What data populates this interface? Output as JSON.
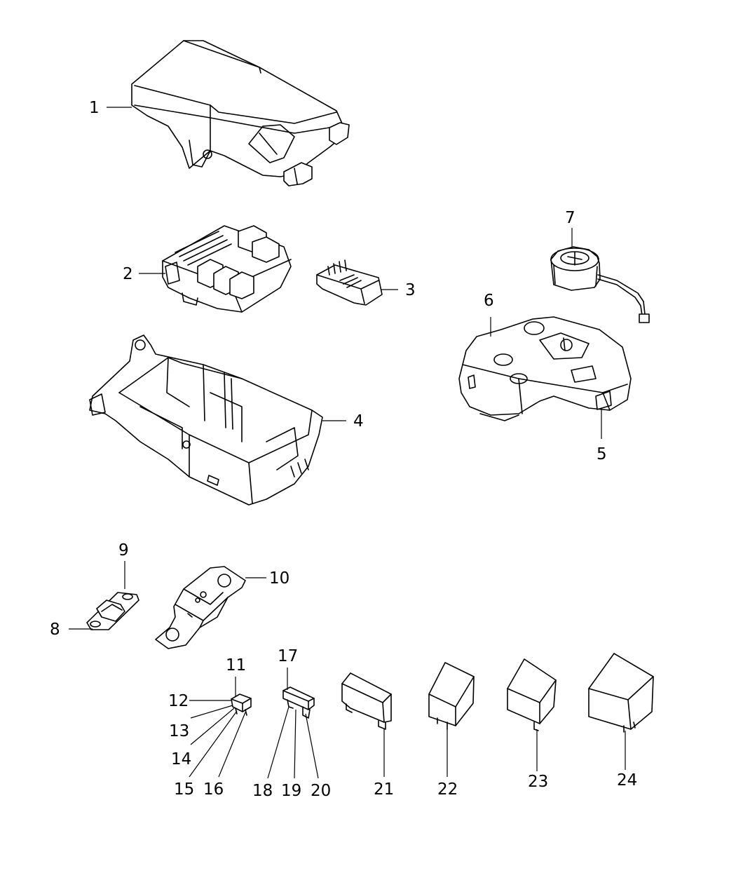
{
  "callouts": [
    {
      "id": "1",
      "text": "1"
    },
    {
      "id": "2",
      "text": "2"
    },
    {
      "id": "3",
      "text": "3"
    },
    {
      "id": "4",
      "text": "4"
    },
    {
      "id": "5",
      "text": "5"
    },
    {
      "id": "6",
      "text": "6"
    },
    {
      "id": "7",
      "text": "7"
    },
    {
      "id": "8",
      "text": "8"
    },
    {
      "id": "9",
      "text": "9"
    },
    {
      "id": "10",
      "text": "10"
    },
    {
      "id": "11",
      "text": "11"
    },
    {
      "id": "12",
      "text": "12"
    },
    {
      "id": "13",
      "text": "13"
    },
    {
      "id": "14",
      "text": "14"
    },
    {
      "id": "15",
      "text": "15"
    },
    {
      "id": "16",
      "text": "16"
    },
    {
      "id": "17",
      "text": "17"
    },
    {
      "id": "18",
      "text": "18"
    },
    {
      "id": "19",
      "text": "19"
    },
    {
      "id": "20",
      "text": "20"
    },
    {
      "id": "21",
      "text": "21"
    },
    {
      "id": "22",
      "text": "22"
    },
    {
      "id": "23",
      "text": "23"
    },
    {
      "id": "24",
      "text": "24"
    }
  ],
  "colors": {
    "line": "#000000",
    "background": "#ffffff"
  }
}
